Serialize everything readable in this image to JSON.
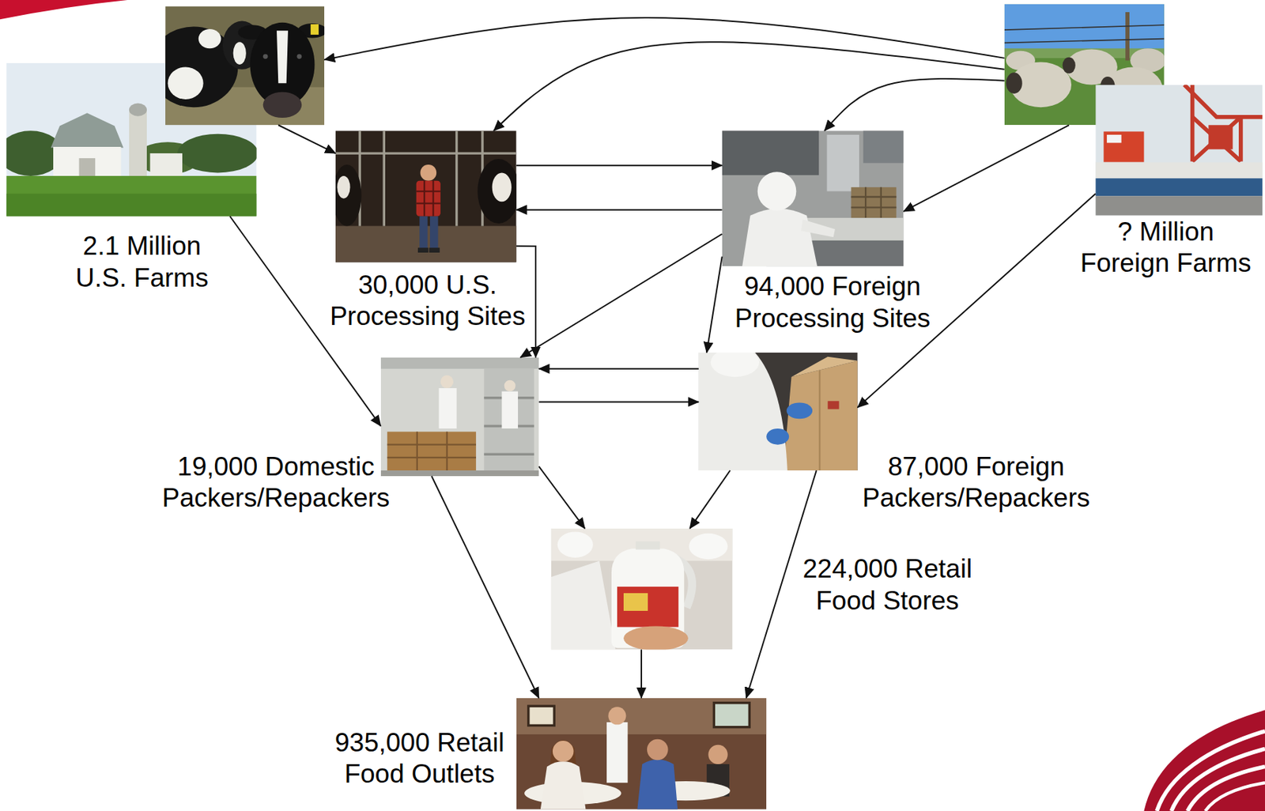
{
  "diagram": {
    "nodes": [
      {
        "text": [
          "2.1 Million U.S. Farms"
        ]
      },
      {
        "text": [
          "30,000 U.S. Processing Sites"
        ]
      },
      {
        "text": [
          "94,000 Foreign Processing Sites"
        ]
      },
      {
        "text": [
          "? Million Foreign Farms"
        ]
      },
      {
        "text": [
          "19,000 Domestic Packers/Repackers"
        ]
      },
      {
        "text": [
          "87,000 Foreign Packers/Repackers"
        ]
      },
      {
        "text": [
          "224,000 Retail Food Stores"
        ]
      },
      {
        "text": [
          "935,000 Retail Food Outlets"
        ]
      }
    ],
    "edges": [
      {
        "from": 3,
        "to": 0,
        "arrow": "to"
      },
      {
        "from": 3,
        "to": 1,
        "arrow": "to"
      },
      {
        "from": 1,
        "to": 2,
        "arrow": "to"
      },
      {
        "from": 2,
        "to": 1,
        "arrow": "to"
      },
      {
        "from": 3,
        "to": 2,
        "arrow": "to"
      },
      {
        "from": 3,
        "to": 2,
        "arrow": "to"
      },
      {
        "from": 0,
        "to": 1,
        "arrow": "to"
      },
      {
        "from": 0,
        "to": 4,
        "arrow": "to"
      },
      {
        "from": 1,
        "to": 4,
        "arrow": "to"
      },
      {
        "from": 2,
        "to": 4,
        "arrow": "to"
      },
      {
        "from": 2,
        "to": 5,
        "arrow": "to"
      },
      {
        "from": 5,
        "to": 4,
        "arrow": "to"
      },
      {
        "from": 4,
        "to": 5,
        "arrow": "to"
      },
      {
        "from": 3,
        "to": 5,
        "arrow": "to"
      },
      {
        "from": 4,
        "to": 6,
        "arrow": "to"
      },
      {
        "from": 5,
        "to": 6,
        "arrow": "to"
      },
      {
        "from": 4,
        "to": 7,
        "arrow": "to"
      },
      {
        "from": 5,
        "to": 7,
        "arrow": "to"
      },
      {
        "from": 6,
        "to": 7,
        "arrow": "to"
      }
    ]
  }
}
